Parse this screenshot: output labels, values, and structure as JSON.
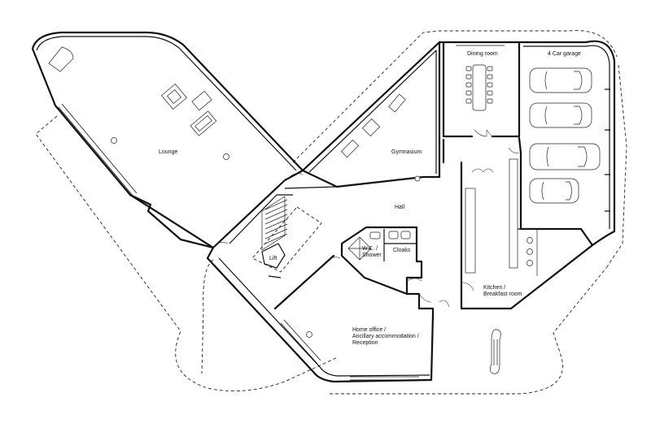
{
  "rooms": {
    "lounge": "Lounge",
    "gymnasium": "Gymnasium",
    "dining": "Dining room",
    "garage": "4 Car garage",
    "hall": "Hall",
    "wc_line1": "W.C. /",
    "wc_line2": "Shower",
    "cloaks": "Cloaks",
    "lift": "Lift",
    "kitchen_line1": "Kitchen /",
    "kitchen_line2": "Breakfast room",
    "office_line1": "Home office /",
    "office_line2": "Ancillary accommodation /",
    "office_line3": "Reception"
  },
  "colors": {
    "ink": "#111111",
    "paper": "#ffffff"
  },
  "icons": [
    "piano-icon",
    "sofa-icon",
    "car-icon",
    "dining-table-icon",
    "gym-equipment-icon",
    "stairs-icon",
    "door-swing-icon"
  ]
}
